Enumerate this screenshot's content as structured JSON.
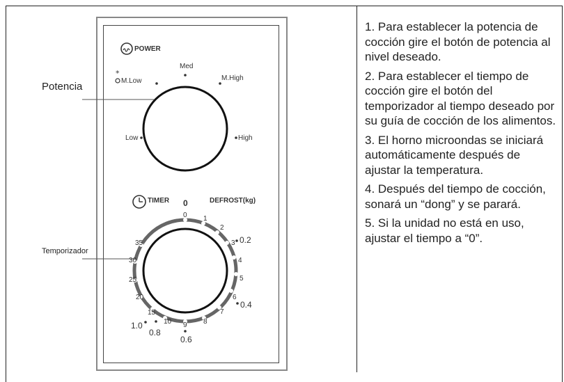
{
  "labels": {
    "power_side": "Potencia",
    "timer_side": "Temporizador"
  },
  "power_dial": {
    "title": "POWER",
    "levels": {
      "mlow": "M.Low",
      "med": "Med",
      "mhigh": "M.High",
      "low": "Low",
      "high": "High"
    }
  },
  "timer_dial": {
    "title": "TIMER",
    "defrost": "DEFROST(kg)",
    "zero_bold": "0",
    "minutes": [
      "0",
      "1",
      "2",
      "3",
      "4",
      "5",
      "6",
      "7",
      "8",
      "9",
      "10",
      "15",
      "20",
      "25",
      "30",
      "35"
    ],
    "defrost_kg": [
      "0.2",
      "0.4",
      "0.6",
      "0.8",
      "1.0"
    ]
  },
  "instructions": [
    "1. Para establecer la potencia de cocción gire el botón de potencia al nivel deseado.",
    "2. Para establecer el tiempo de cocción gire el botón del temporizador al tiempo deseado por su guía de cocción de los alimentos.",
    "3. El horno microondas se iniciará automáticamente después de ajustar la temperatura.",
    "4. Después del tiempo de cocción, sonará un “dong” y se parará.",
    "5. Si la unidad no está en uso, ajustar el tiempo a “0”."
  ]
}
